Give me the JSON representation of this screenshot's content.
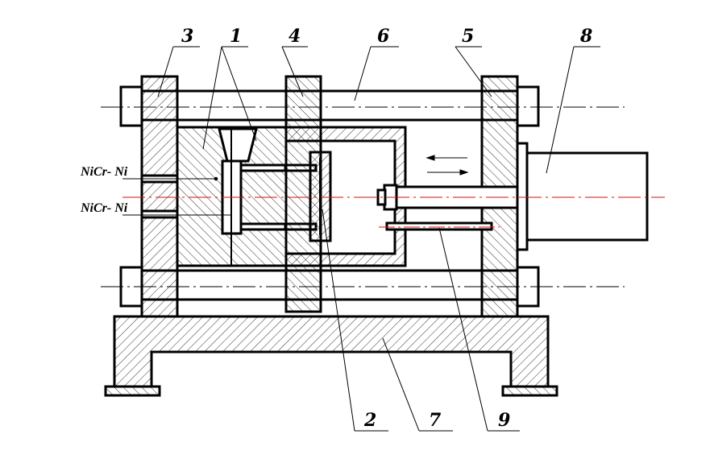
{
  "labels": {
    "l1": "1",
    "l2": "2",
    "l3": "3",
    "l4": "4",
    "l5": "5",
    "l6": "6",
    "l7": "7",
    "l8": "8",
    "l9": "9"
  },
  "thermocouples": [
    "NiCr- Ni",
    "NiCr- Ni"
  ],
  "colors": {
    "line": "#000000",
    "centerline": "#ff0000",
    "background": "#ffffff"
  }
}
